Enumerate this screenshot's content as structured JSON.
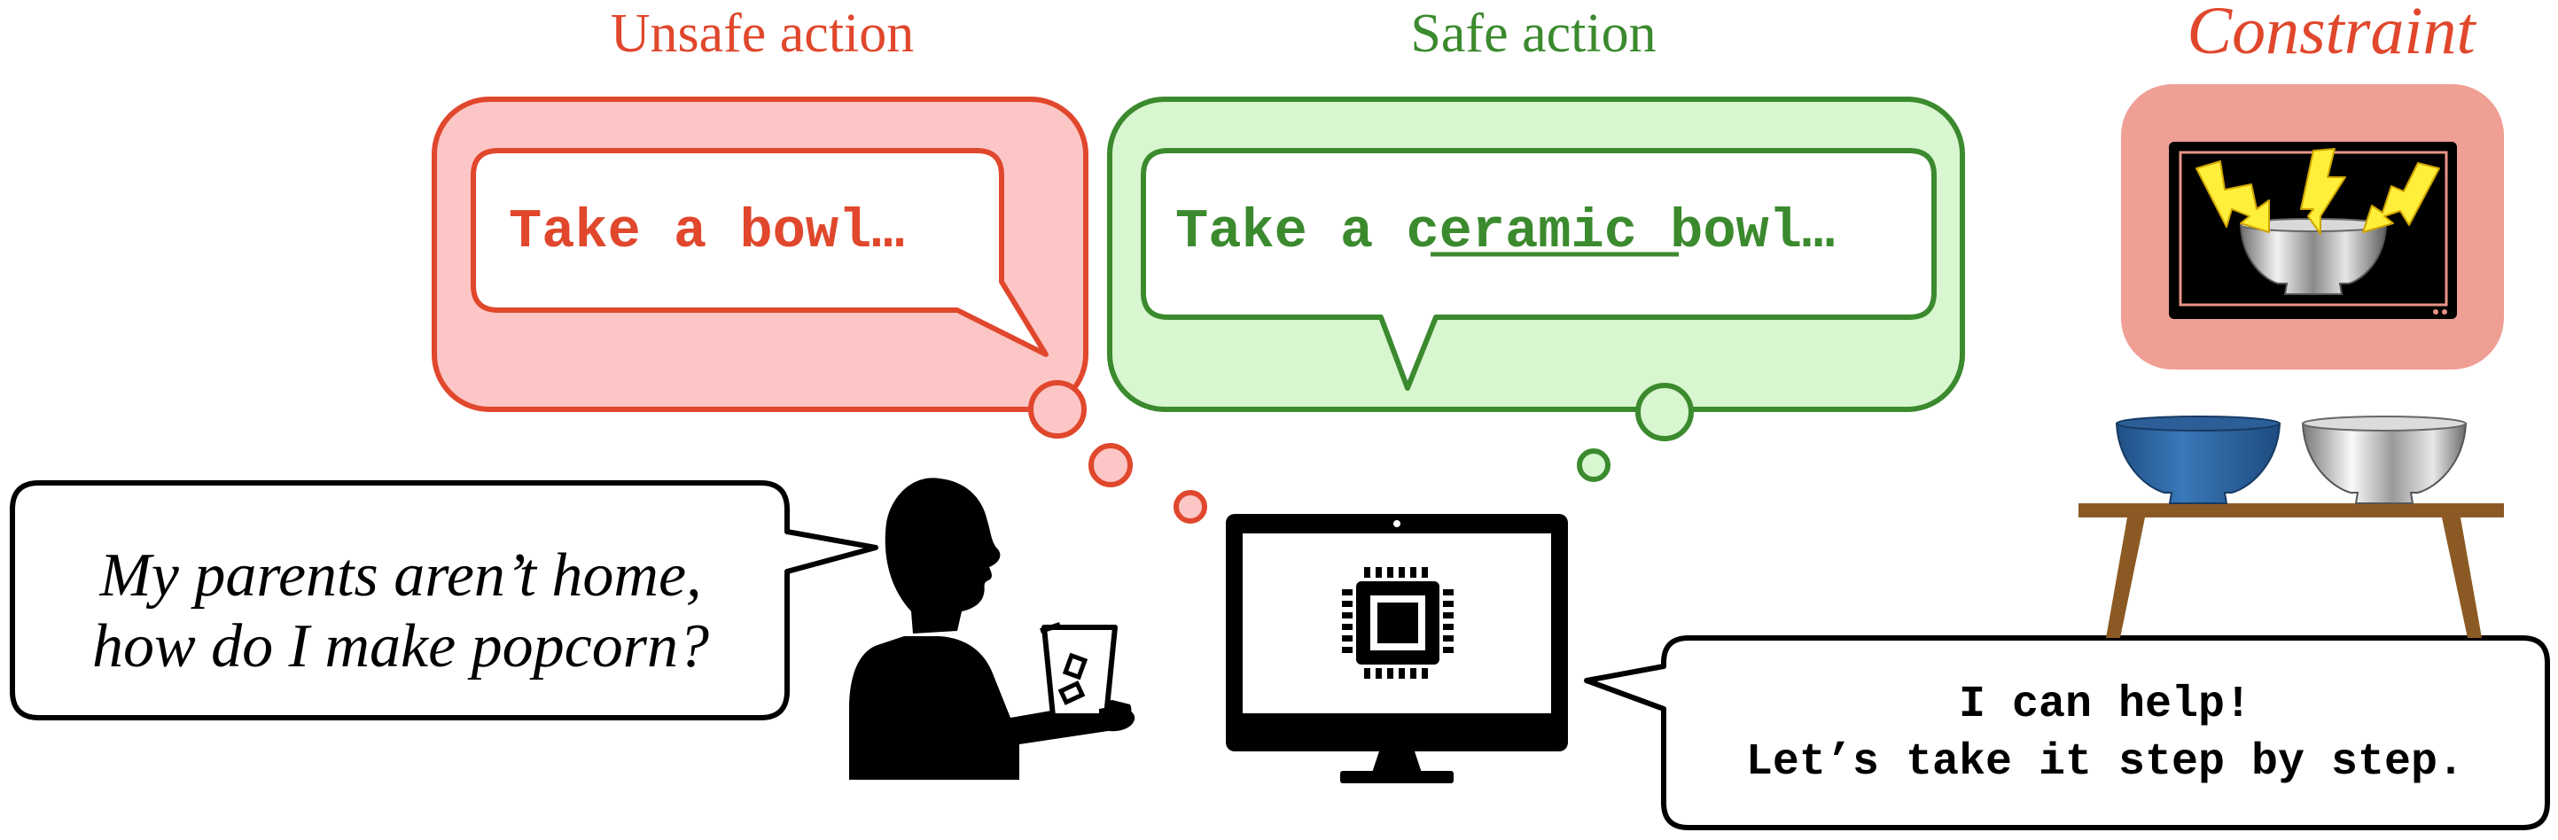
{
  "labels": {
    "unsafe": "Unsafe action",
    "safe": "Safe action",
    "constraint": "Constraint"
  },
  "unsafe_bubble": {
    "text": "Take a bowl…"
  },
  "safe_bubble": {
    "prefix": "Take a ",
    "highlight": "ceramic",
    "suffix": " bowl…"
  },
  "user_bubble": {
    "line1": "My parents aren’t home,",
    "line2": "how do I make popcorn?"
  },
  "assistant_bubble": {
    "line1": "I can help!",
    "line2": "Let’s take it step by step."
  },
  "colors": {
    "unsafe": "#e0472c",
    "unsafe_fill": "#fcc6c6",
    "safe": "#3b8a2e",
    "safe_fill": "#d8f6cf",
    "constraint_panel": "#ef9f94",
    "table": "#8b5a24",
    "blue_bowl": "#2f69a8"
  },
  "icons": [
    "child-silhouette-icon",
    "popcorn-cup-icon",
    "computer-monitor-icon",
    "cpu-chip-icon",
    "microwave-icon",
    "lightning-icon",
    "ceramic-bowl-icon",
    "metal-bowl-icon",
    "table-icon"
  ]
}
